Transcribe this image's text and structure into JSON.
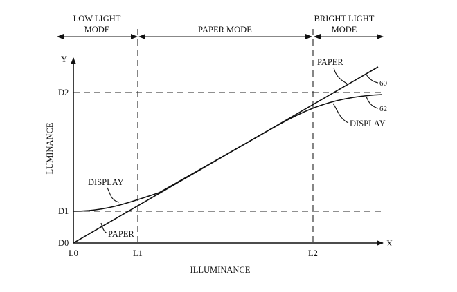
{
  "modes": {
    "low_light_line1": "LOW LIGHT",
    "low_light_line2": "MODE",
    "paper": "PAPER MODE",
    "bright_light_line1": "BRIGHT LIGHT",
    "bright_light_line2": "MODE"
  },
  "axes": {
    "y_label": "Y",
    "x_label": "X",
    "y_title": "LUMINANCE",
    "x_title": "ILLUMINANCE",
    "y_ticks": [
      "D0",
      "D1",
      "D2"
    ],
    "x_ticks": [
      "L0",
      "L1",
      "L2"
    ]
  },
  "curves": {
    "paper_label_low": "PAPER",
    "display_label_low": "DISPLAY",
    "paper_label_high": "PAPER",
    "display_label_high": "DISPLAY",
    "paper_ref": "60",
    "display_ref": "62"
  }
}
